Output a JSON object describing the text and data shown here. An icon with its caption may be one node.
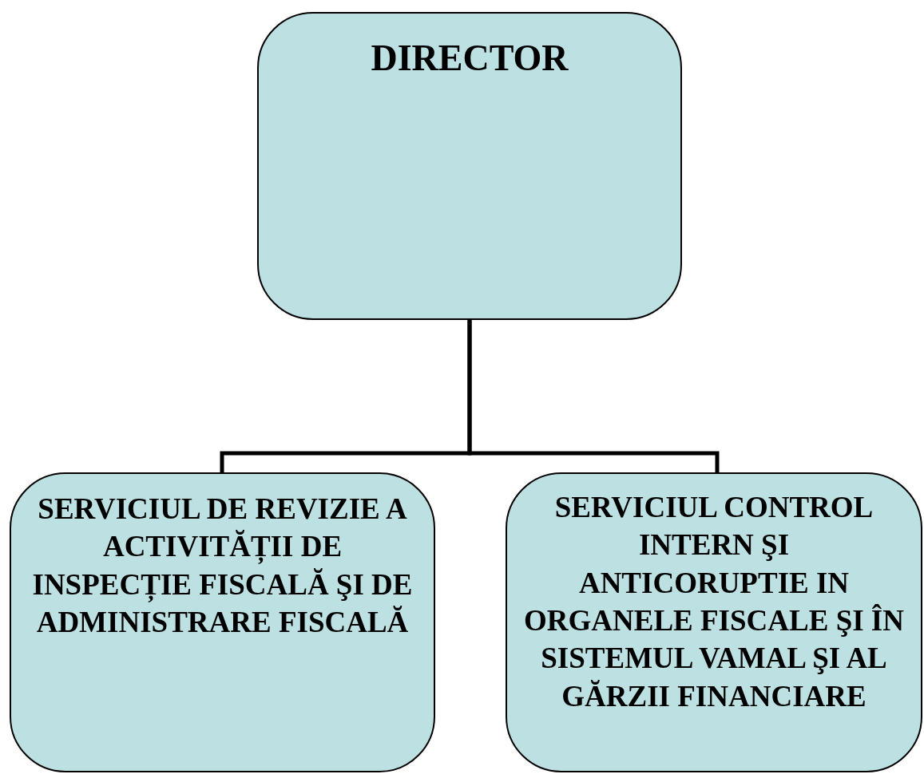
{
  "diagram": {
    "nodes": [
      {
        "text": [
          "DIRECTOR"
        ]
      },
      {
        "text": [
          "SERVICIUL DE REVIZIE A ACTIVITĂȚII DE INSPECȚIE FISCALĂ ŞI DE ADMINISTRARE FISCALĂ"
        ]
      },
      {
        "text": [
          "SERVICIUL CONTROL INTERN ŞI ANTICORUPTIE IN ORGANELE FISCALE ŞI ÎN SISTEMUL VAMAL ŞI AL GĂRZII FINANCIARE"
        ]
      }
    ],
    "edges": [
      {
        "from": 0,
        "to": 1,
        "arrow": "none"
      },
      {
        "from": 0,
        "to": 2,
        "arrow": "none"
      }
    ]
  }
}
